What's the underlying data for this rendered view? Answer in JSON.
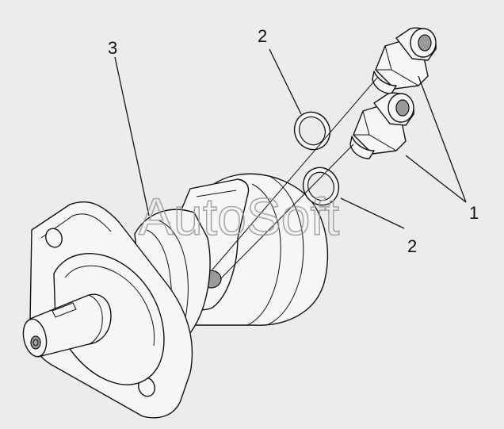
{
  "watermark": "AutoSoft",
  "callouts": {
    "fitting": "1",
    "seal_ring_upper": "2",
    "seal_ring_lower": "2",
    "hydraulic_motor": "3"
  },
  "colors": {
    "background": "#ececec",
    "line": "#111111",
    "watermark": "#9a9a9a"
  }
}
